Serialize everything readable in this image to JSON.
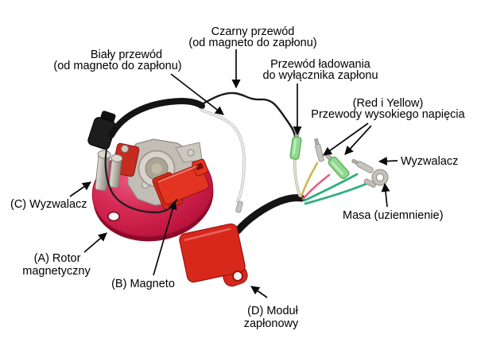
{
  "diagram": {
    "description": "Labeled photo diagram of a motorcycle inner-rotor ignition kit (magneto stator, rotor, CDI module and wiring harness) with Polish annotations",
    "labels": {
      "czarny_przewod": {
        "line1": "Czarny przewód",
        "line2": "(od magneto do zapłonu)"
      },
      "bialy_przewod": {
        "line1": "Biały przewód",
        "line2": "(od magneto do zapłonu)"
      },
      "przewod_ladowania": {
        "line1": "Przewód ładowania",
        "line2": "do wyłącznika zapłonu"
      },
      "przewody_wn": {
        "line1": "(Red i Yellow)",
        "line2": "Przewody wysokiego napięcia"
      },
      "wyzwalacz_right": {
        "line1": "Wyzwalacz"
      },
      "masa": {
        "line1": "Masa (uziemnienie)"
      },
      "wyzwalacz_c": {
        "line1": "(C) Wyzwalacz"
      },
      "rotor": {
        "line1": "(A) Rotor",
        "line2": "magnetyczny"
      },
      "magneto": {
        "line1": "(B) Magneto"
      },
      "modul": {
        "line1": "(D) Moduł",
        "line2": "zapłonowy"
      }
    },
    "colors": {
      "background": "#ffffff",
      "label_text": "#000000",
      "rotor_red": "#c81e46",
      "coil_red": "#e23420",
      "module_red": "#d8281c",
      "wire_black": "#161616",
      "wire_white": "#f0eee8",
      "wire_yellow": "#ccb84a",
      "wire_pink": "#e45f84",
      "wire_green": "#2fae7e",
      "connector_green": "#8fd98f",
      "metal_silver": "#c2beb6"
    }
  }
}
